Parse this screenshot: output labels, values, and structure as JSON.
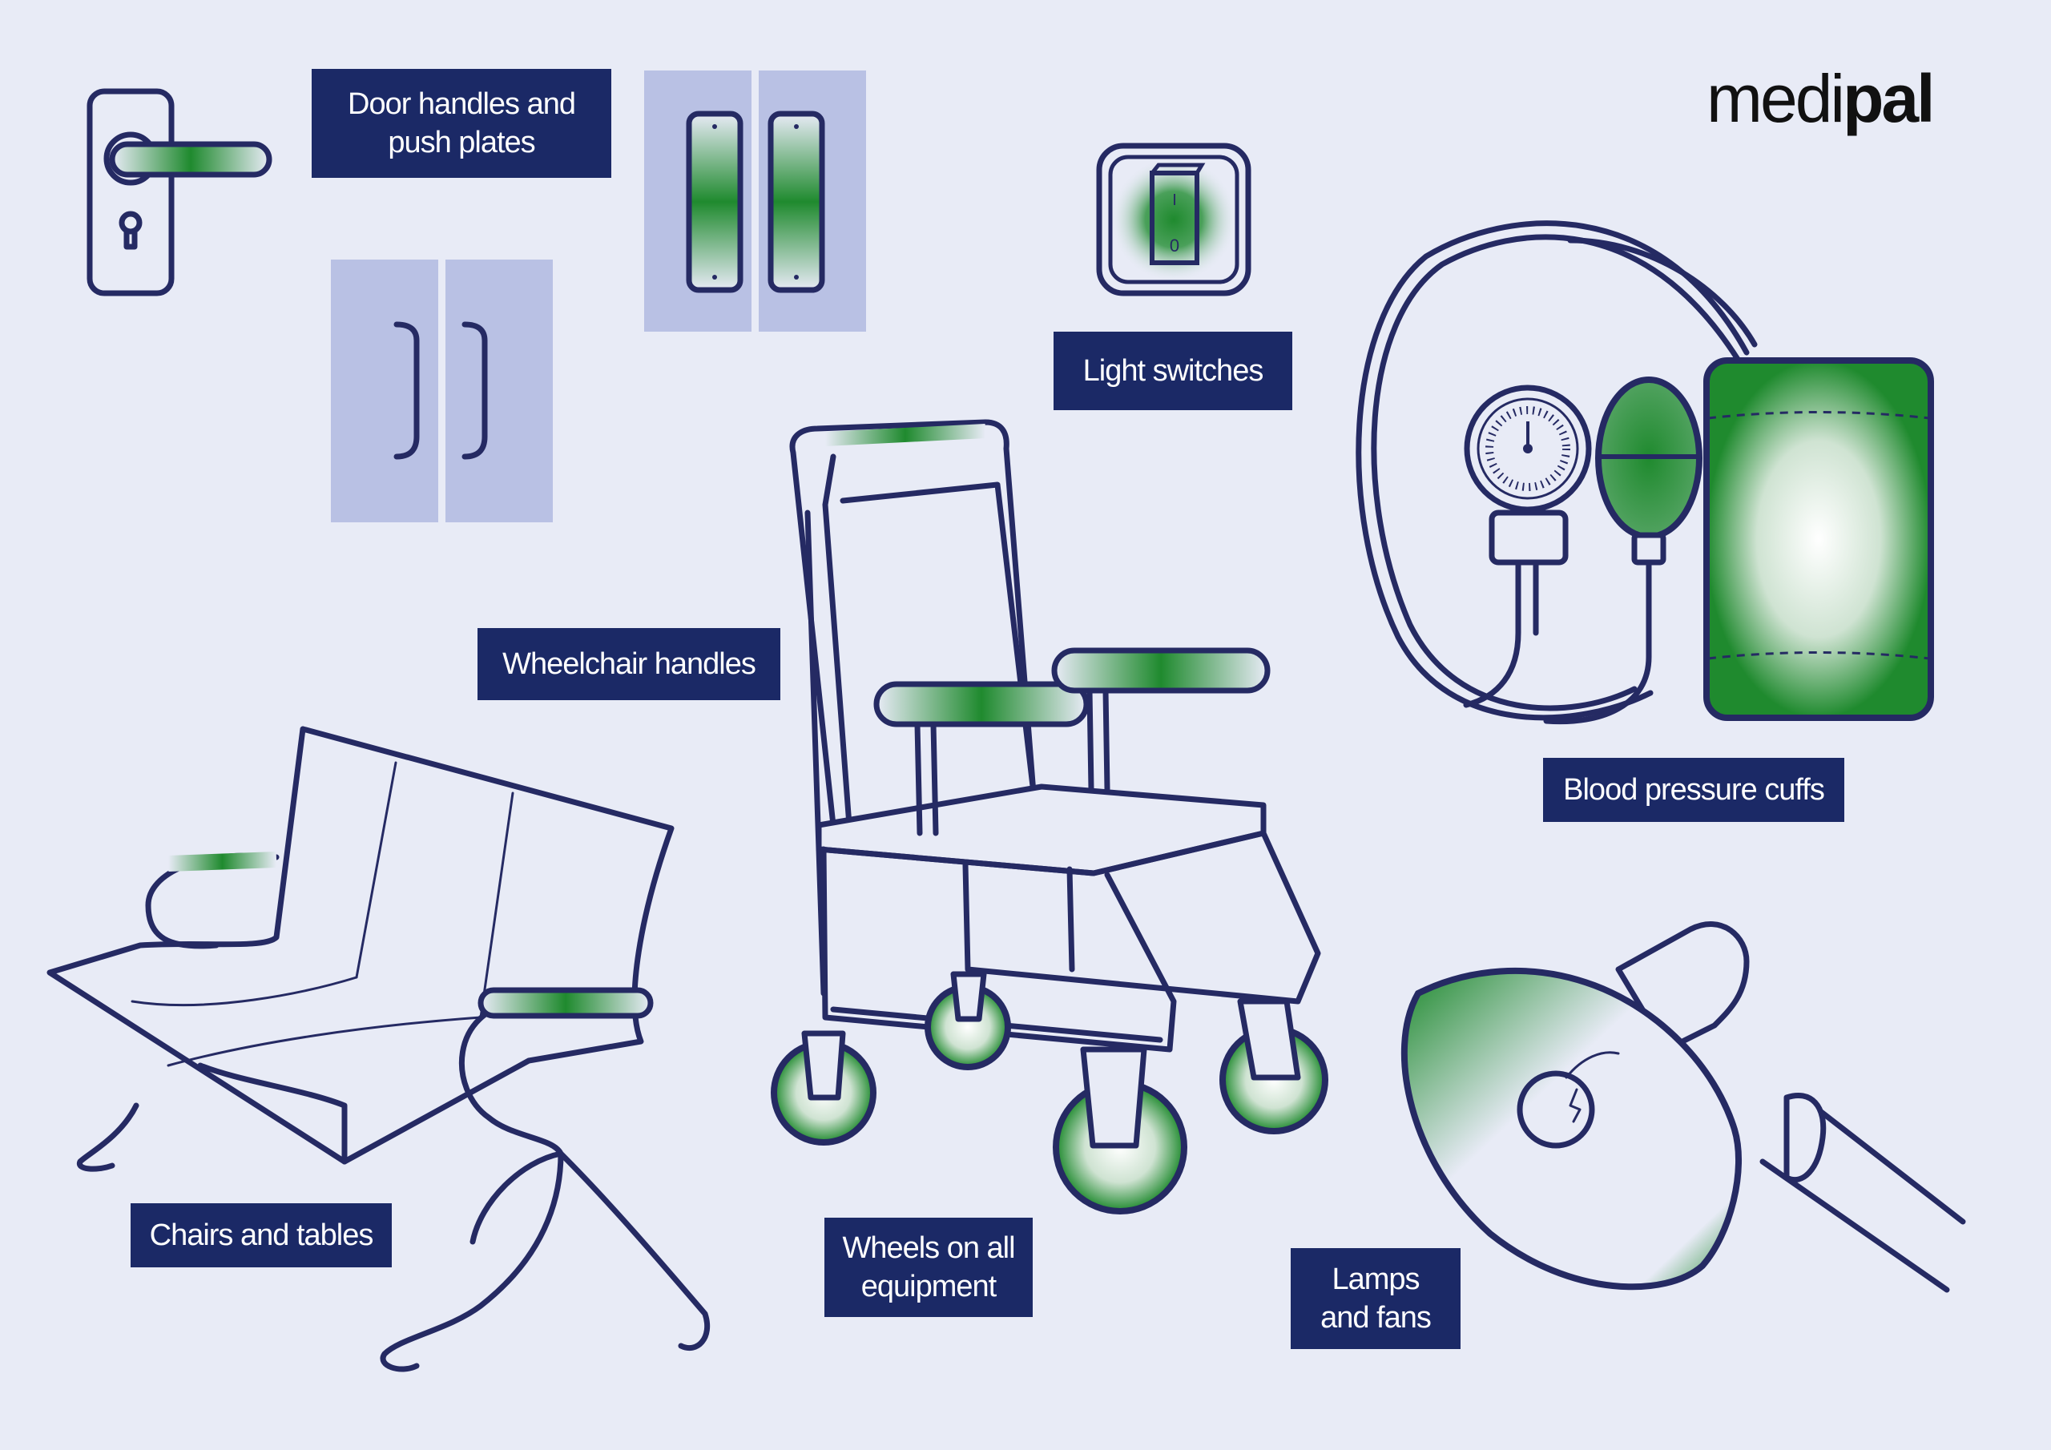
{
  "brand": {
    "logo_light": "medi",
    "logo_bold": "pal"
  },
  "labels": {
    "door_handles": "Door handles and\npush plates",
    "light_switches": "Light switches",
    "wheelchair_handles": "Wheelchair handles",
    "blood_pressure_cuffs": "Blood pressure cuffs",
    "chairs_and_tables": "Chairs and tables",
    "wheels": "Wheels on all\nequipment",
    "lamps_and_fans": "Lamps\nand fans"
  },
  "switch_marks": {
    "on": "I",
    "off": "0"
  },
  "colors": {
    "background": "#e8ebf6",
    "label_bg": "#1b2966",
    "line": "#252a63",
    "germ_green": "#1f8a2e",
    "door_panel": "#b9c1e4"
  },
  "icons": [
    "door-lever-handle-icon",
    "pull-handle-doors-icon",
    "push-plate-doors-icon",
    "light-switch-icon",
    "blood-pressure-monitor-icon",
    "wheelchair-icon",
    "waiting-bench-icon",
    "desk-lamp-icon"
  ]
}
